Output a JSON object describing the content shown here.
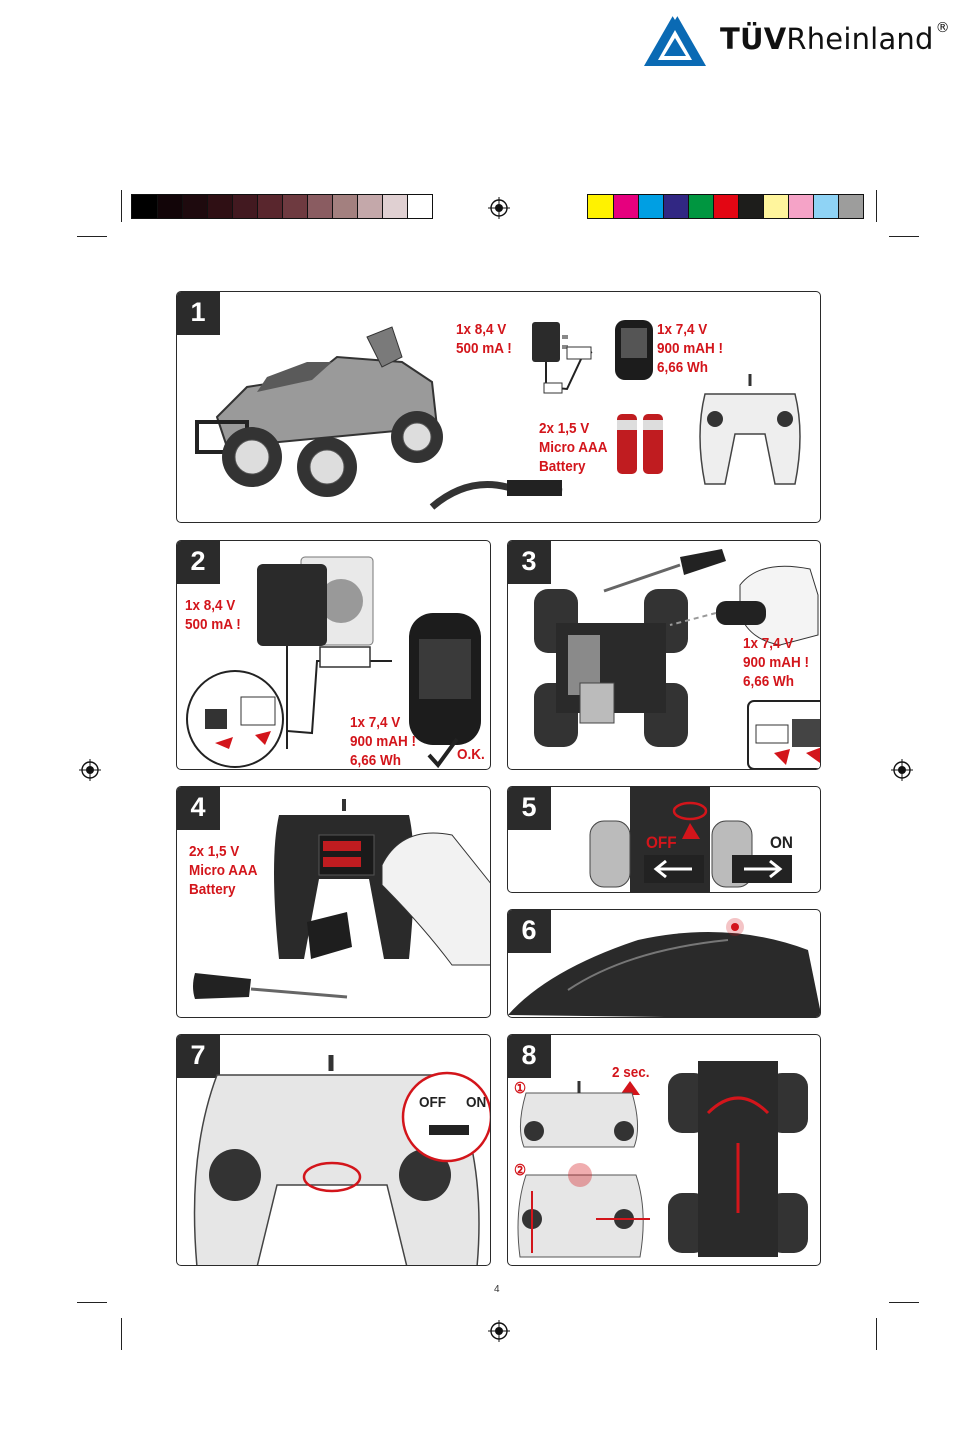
{
  "brand": {
    "name_bold": "TÜV",
    "name_regular": "Rheinland",
    "reg": "®"
  },
  "colors": {
    "accent_red": "#d3151b",
    "tuv_blue": "#0a6ab4",
    "gray_ramp": [
      "#000000",
      "#120508",
      "#1e0a0e",
      "#2f0f14",
      "#421920",
      "#59262d",
      "#6e3a40",
      "#8a5c61",
      "#a3807f",
      "#c4a8aa",
      "#e0d0d2",
      "#ffffff"
    ],
    "process_colors": [
      "#fff200",
      "#e6007e",
      "#009fe3",
      "#312783",
      "#009640",
      "#e30613",
      "#1d1d1b",
      "#fff59d",
      "#f5a3c7",
      "#8fd3f5",
      "#9d9d9c"
    ]
  },
  "panels": {
    "p1": {
      "number": "1",
      "charger": [
        "1x 8,4 V",
        "500 mA !"
      ],
      "pack": [
        "1x 7,4 V",
        "900 mAH !",
        "6,66 Wh"
      ],
      "aaa": [
        "2x 1,5 V",
        "Micro AAA",
        "Battery"
      ]
    },
    "p2": {
      "number": "2",
      "charger": [
        "1x 8,4 V",
        "500 mA !"
      ],
      "pack": [
        "1x 7,4 V",
        "900 mAH !",
        "6,66 Wh"
      ],
      "ok": "O.K."
    },
    "p3": {
      "number": "3",
      "pack": [
        "1x 7,4 V",
        "900 mAH !",
        "6,66 Wh"
      ]
    },
    "p4": {
      "number": "4",
      "aaa": [
        "2x 1,5 V",
        "Micro AAA",
        "Battery"
      ]
    },
    "p5": {
      "number": "5",
      "off": "OFF",
      "on": "ON"
    },
    "p6": {
      "number": "6"
    },
    "p7": {
      "number": "7",
      "off": "OFF",
      "on": "ON"
    },
    "p8": {
      "number": "8",
      "hold": "2 sec.",
      "step1": "①",
      "step2": "②"
    }
  },
  "page_number": "4"
}
